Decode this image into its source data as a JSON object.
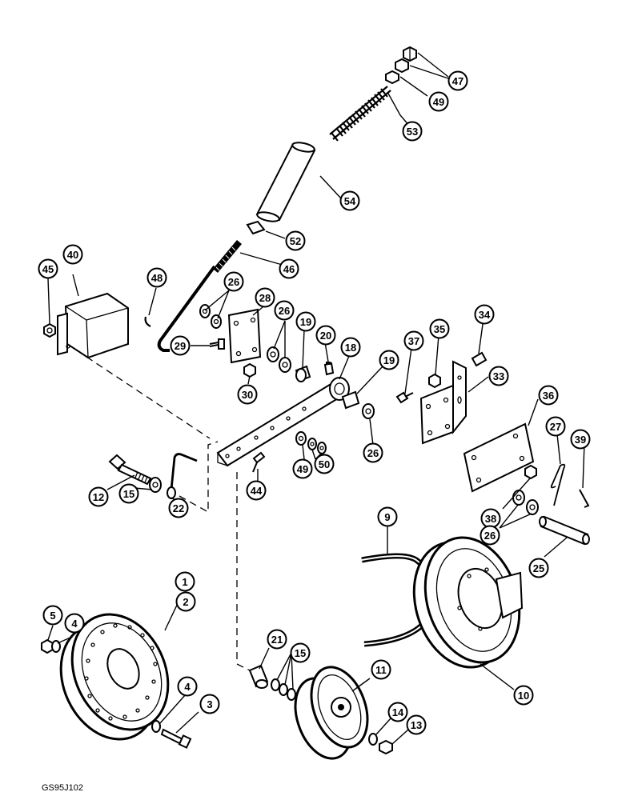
{
  "drawing_ref": "GS95J102",
  "callouts": [
    {
      "id": "c47",
      "label": "47"
    },
    {
      "id": "c49a",
      "label": "49"
    },
    {
      "id": "c53",
      "label": "53"
    },
    {
      "id": "c54",
      "label": "54"
    },
    {
      "id": "c52",
      "label": "52"
    },
    {
      "id": "c46",
      "label": "46"
    },
    {
      "id": "c40",
      "label": "40"
    },
    {
      "id": "c45",
      "label": "45"
    },
    {
      "id": "c48",
      "label": "48"
    },
    {
      "id": "c26a",
      "label": "26"
    },
    {
      "id": "c28",
      "label": "28"
    },
    {
      "id": "c26b",
      "label": "26"
    },
    {
      "id": "c19a",
      "label": "19"
    },
    {
      "id": "c20",
      "label": "20"
    },
    {
      "id": "c29",
      "label": "29"
    },
    {
      "id": "c18",
      "label": "18"
    },
    {
      "id": "c19b",
      "label": "19"
    },
    {
      "id": "c30",
      "label": "30"
    },
    {
      "id": "c26c",
      "label": "26"
    },
    {
      "id": "c34",
      "label": "34"
    },
    {
      "id": "c35",
      "label": "35"
    },
    {
      "id": "c37",
      "label": "37"
    },
    {
      "id": "c33",
      "label": "33"
    },
    {
      "id": "c36",
      "label": "36"
    },
    {
      "id": "c27",
      "label": "27"
    },
    {
      "id": "c39",
      "label": "39"
    },
    {
      "id": "c49b",
      "label": "49"
    },
    {
      "id": "c50",
      "label": "50"
    },
    {
      "id": "c44",
      "label": "44"
    },
    {
      "id": "c12",
      "label": "12"
    },
    {
      "id": "c15a",
      "label": "15"
    },
    {
      "id": "c22",
      "label": "22"
    },
    {
      "id": "c38",
      "label": "38"
    },
    {
      "id": "c26d",
      "label": "26"
    },
    {
      "id": "c25",
      "label": "25"
    },
    {
      "id": "c9",
      "label": "9"
    },
    {
      "id": "c1",
      "label": "1"
    },
    {
      "id": "c2",
      "label": "2"
    },
    {
      "id": "c5",
      "label": "5"
    },
    {
      "id": "c4a",
      "label": "4"
    },
    {
      "id": "c21",
      "label": "21"
    },
    {
      "id": "c15b",
      "label": "15"
    },
    {
      "id": "c11",
      "label": "11"
    },
    {
      "id": "c10",
      "label": "10"
    },
    {
      "id": "c4b",
      "label": "4"
    },
    {
      "id": "c3",
      "label": "3"
    },
    {
      "id": "c14",
      "label": "14"
    },
    {
      "id": "c13",
      "label": "13"
    }
  ]
}
